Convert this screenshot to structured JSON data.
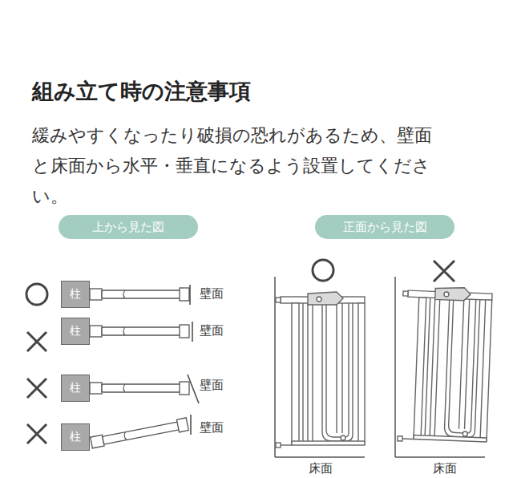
{
  "diagram": {
    "title": "組み立て時の注意事項",
    "nodes": [
      {
        "text": [
          "上から見た図"
        ]
      },
      {
        "text": [
          "正面から見た図"
        ]
      },
      {
        "text": [
          "柱"
        ]
      },
      {
        "text": [
          "柱"
        ]
      },
      {
        "text": [
          "柱"
        ]
      },
      {
        "text": [
          "柱"
        ]
      }
    ],
    "labels": [
      "緩みやすくなったり破損の恐れがあるため、壁面と床面から水平・垂直になるよう設置してください。",
      "壁面",
      "壁面",
      "壁面",
      "壁面",
      "床面",
      "床面"
    ]
  }
}
